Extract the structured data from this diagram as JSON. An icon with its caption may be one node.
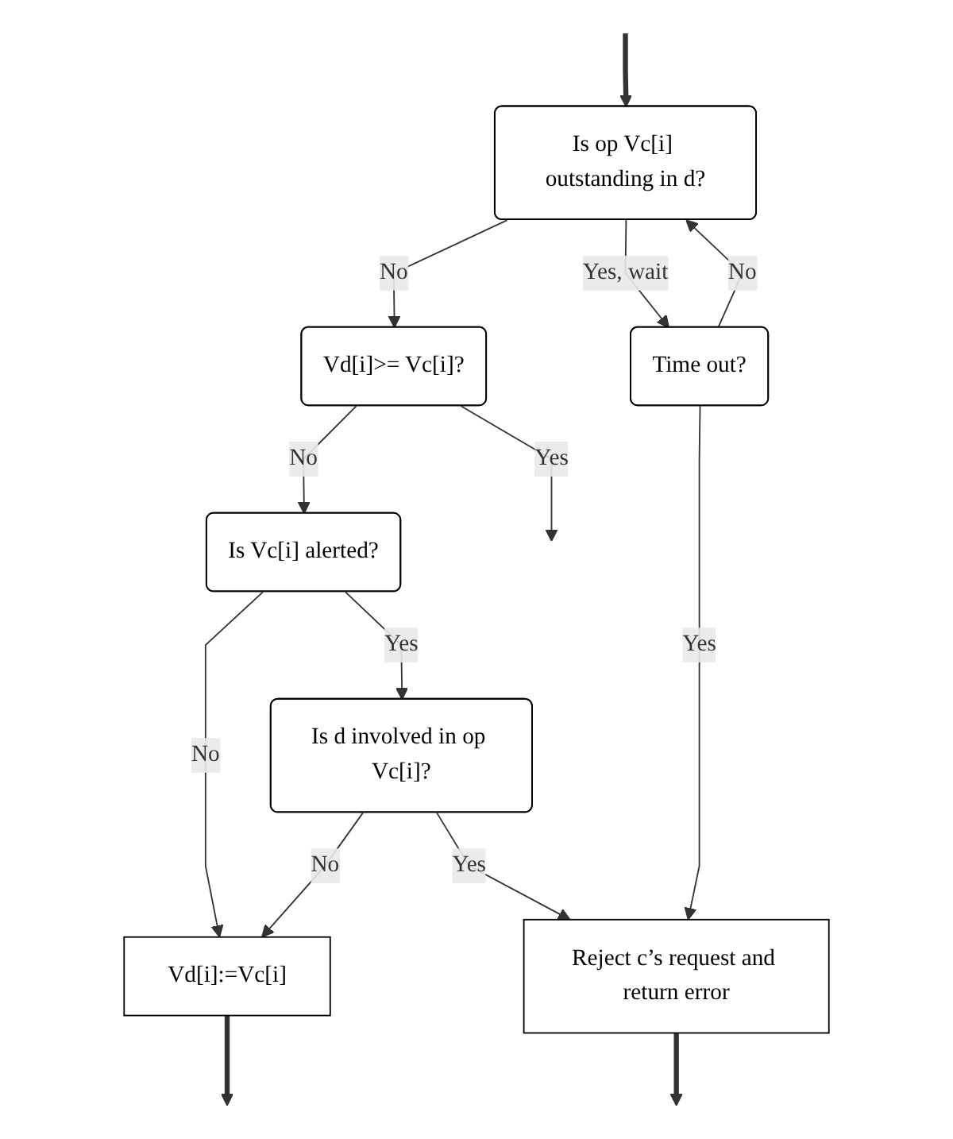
{
  "diagram": {
    "nodes": [
      {
        "text": [
          "Is op Vc[i] outstanding in d?"
        ]
      },
      {
        "text": [
          "Vd[i]>= Vc[i]?"
        ]
      },
      {
        "text": [
          "Time out?"
        ]
      },
      {
        "text": [
          "Is Vc[i] alerted?"
        ]
      },
      {
        "text": [
          "Is d involved in op Vc[i]?"
        ]
      },
      {
        "text": [
          "Reject c’s request and return error"
        ]
      },
      {
        "text": [
          "Vd[i]:=Vc[i]"
        ]
      }
    ],
    "edges": [
      {
        "from": null,
        "to": 0,
        "arrow": "to",
        "style": "thick"
      },
      {
        "from": 0,
        "to": 1,
        "arrow": "to",
        "label": "No"
      },
      {
        "from": 0,
        "to": 2,
        "arrow": "to",
        "label": "Yes, wait"
      },
      {
        "from": 2,
        "to": 0,
        "arrow": "to",
        "label": "No"
      },
      {
        "from": 1,
        "to": null,
        "arrow": "to",
        "label": "Yes"
      },
      {
        "from": 1,
        "to": 3,
        "arrow": "to",
        "label": "No"
      },
      {
        "from": 3,
        "to": 6,
        "arrow": "to",
        "label": "No"
      },
      {
        "from": 3,
        "to": 4,
        "arrow": "to",
        "label": "Yes"
      },
      {
        "from": 4,
        "to": 5,
        "arrow": "to",
        "label": "Yes"
      },
      {
        "from": 2,
        "to": 5,
        "arrow": "to",
        "label": "Yes"
      },
      {
        "from": 4,
        "to": 6,
        "arrow": "to",
        "label": "No"
      },
      {
        "from": 5,
        "to": null,
        "arrow": "to",
        "style": "thick"
      },
      {
        "from": 6,
        "to": null,
        "arrow": "to",
        "style": "thick"
      }
    ]
  }
}
